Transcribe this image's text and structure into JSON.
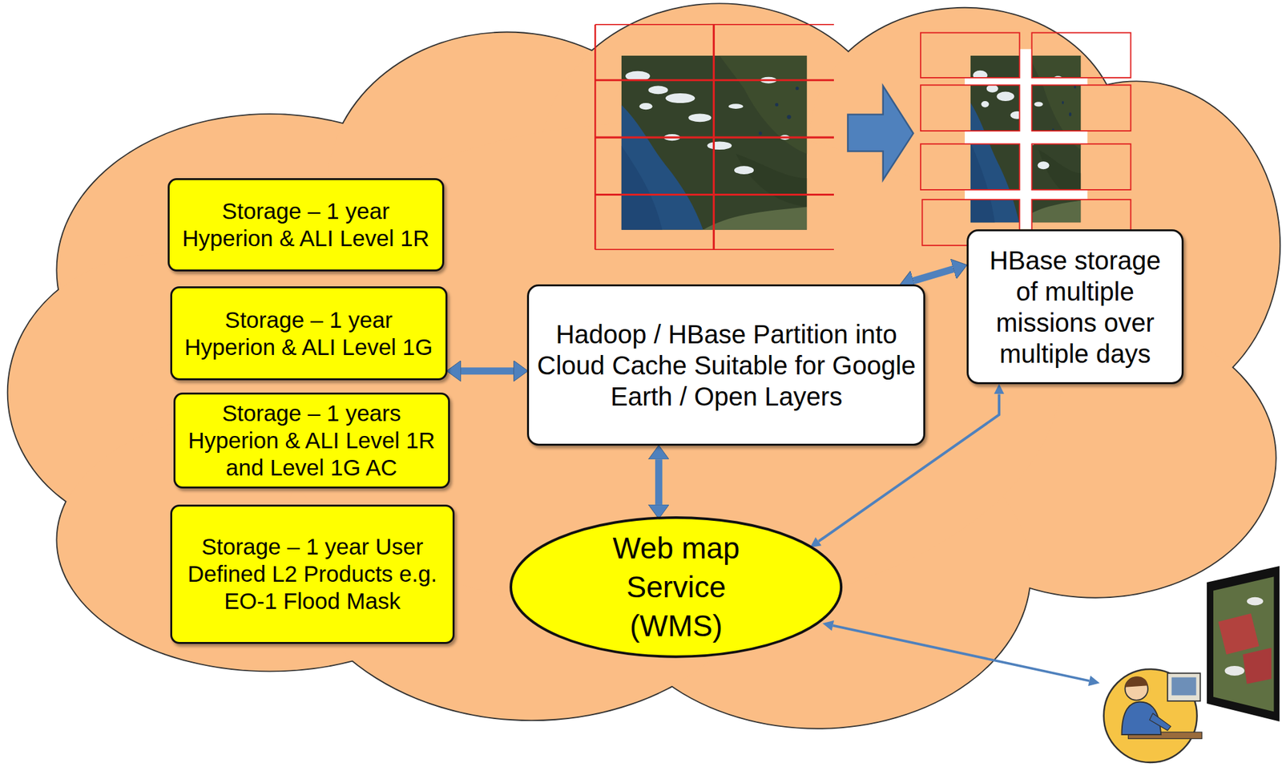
{
  "diagram": {
    "nodes": [
      {
        "text": [
          "Storage – 1 year Hyperion & ALI Level 1R"
        ]
      },
      {
        "text": [
          "Storage – 1 year Hyperion & ALI Level 1G"
        ]
      },
      {
        "text": [
          "Storage – 1 years Hyperion & ALI Level 1R and Level 1G AC"
        ]
      },
      {
        "text": [
          "Storage – 1 year User Defined L2 Products e.g. EO-1 Flood Mask"
        ]
      },
      {
        "text": [
          "Hadoop / HBase Partition into Cloud Cache Suitable for Google Earth / Open Layers"
        ]
      },
      {
        "text": [
          "HBase storage of multiple missions over multiple days"
        ]
      },
      {
        "text": [
          "Web map Service (WMS)"
        ]
      }
    ],
    "edges": [
      {
        "from": 1,
        "to": 4,
        "arrow": "both"
      },
      {
        "from": 4,
        "to": 5,
        "arrow": "both"
      },
      {
        "from": 4,
        "to": 6,
        "arrow": "both"
      },
      {
        "from": 5,
        "to": 6,
        "arrow": "both"
      }
    ]
  }
}
